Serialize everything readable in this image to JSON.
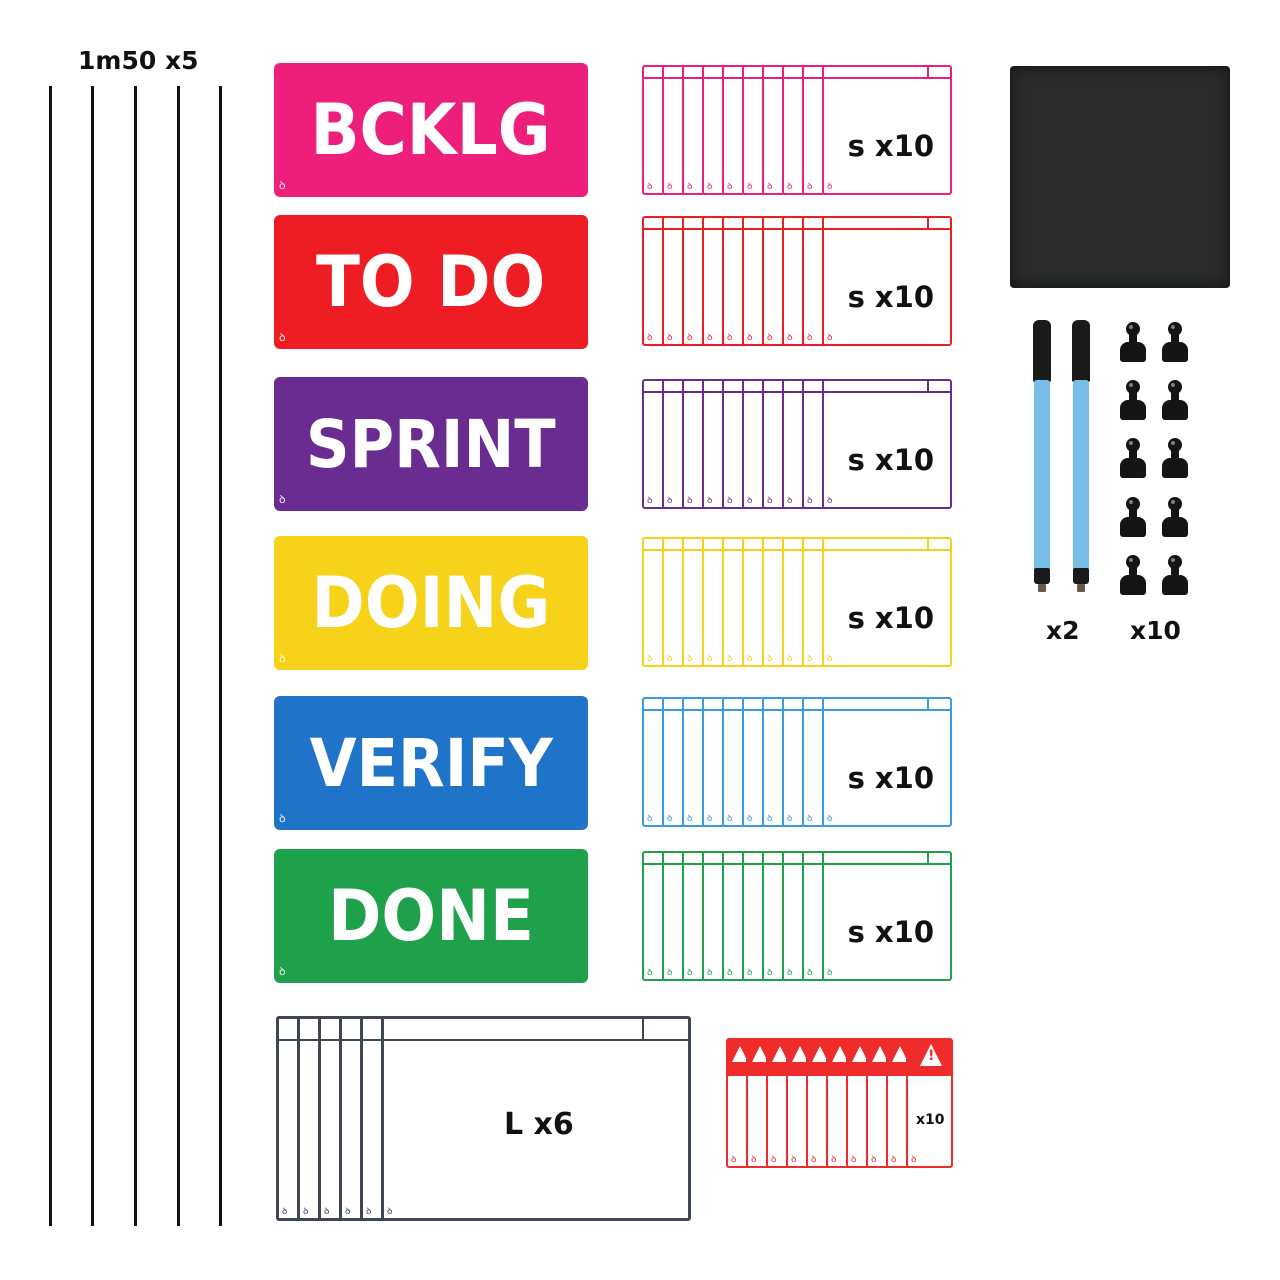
{
  "rods": {
    "label": "1m50 x5",
    "count": 5
  },
  "headers": [
    {
      "text": "BCKLG",
      "color": "#ee1f7a"
    },
    {
      "text": "TO DO",
      "color": "#ee1d24"
    },
    {
      "text": "SPRINT",
      "color": "#6a2c91"
    },
    {
      "text": "DOING",
      "color": "#f6d21b"
    },
    {
      "text": "VERIFY",
      "color": "#1f73c9"
    },
    {
      "text": "DONE",
      "color": "#1ea14a"
    }
  ],
  "small_cards": [
    {
      "label": "s x10",
      "color": "#ee1f7a"
    },
    {
      "label": "s x10",
      "color": "#ee1d24"
    },
    {
      "label": "s x10",
      "color": "#6a2c91"
    },
    {
      "label": "s x10",
      "color": "#f6d21b"
    },
    {
      "label": "s x10",
      "color": "#3a9be0"
    },
    {
      "label": "s x10",
      "color": "#1ea14a"
    }
  ],
  "large_cards": {
    "label": "L x6",
    "color": "#3e4553"
  },
  "alert_cards": {
    "label": "x10",
    "color": "#ef2b2b",
    "symbol": "!"
  },
  "accessories": {
    "cloth": "microfiber-cloth",
    "pens_label": "x2",
    "magnets_label": "x10"
  },
  "logo_glyph": "ꝺ"
}
